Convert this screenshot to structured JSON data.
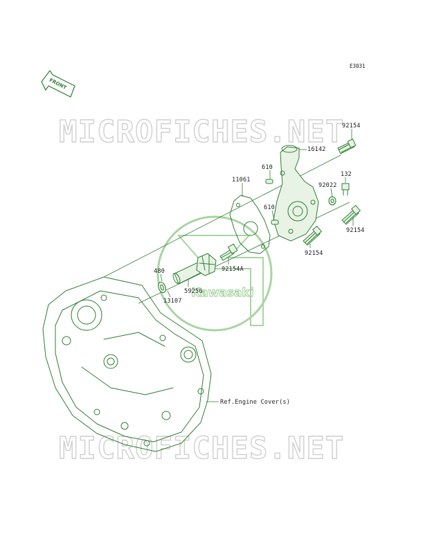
{
  "diagram": {
    "code": "E3031",
    "front_label": "FRONT",
    "watermark": "MICROFICHES.NET",
    "logo_text": "Kawasaki",
    "ref_label": "Ref.Engine Cover(s)"
  },
  "parts": [
    {
      "id": "92154-top",
      "number": "92154"
    },
    {
      "id": "16142",
      "number": "16142"
    },
    {
      "id": "610-top",
      "number": "610"
    },
    {
      "id": "11061",
      "number": "11061"
    },
    {
      "id": "132",
      "number": "132"
    },
    {
      "id": "92022",
      "number": "92022"
    },
    {
      "id": "610-bottom",
      "number": "610"
    },
    {
      "id": "92154-right",
      "number": "92154"
    },
    {
      "id": "92154-bottom",
      "number": "92154"
    },
    {
      "id": "92154A",
      "number": "92154A"
    },
    {
      "id": "480",
      "number": "480"
    },
    {
      "id": "59256",
      "number": "59256"
    },
    {
      "id": "13107",
      "number": "13107"
    }
  ],
  "colors": {
    "line": "#2e7d32",
    "watermark": "#cfcfcf",
    "logo": "#a8d5a2"
  }
}
